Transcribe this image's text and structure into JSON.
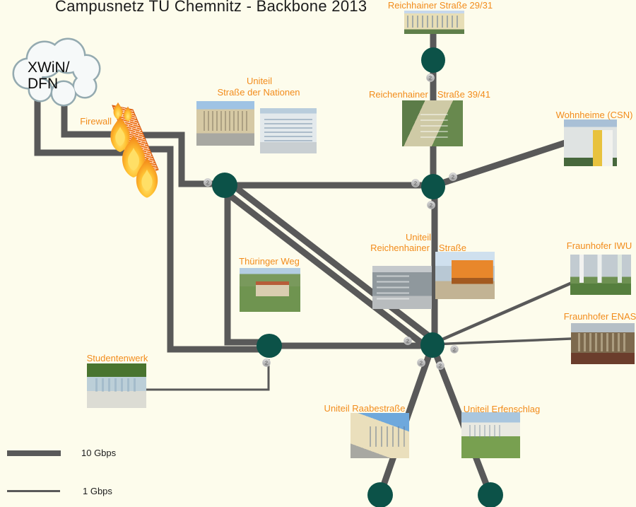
{
  "title": "Campusnetz TU Chemnitz - Backbone 2013",
  "cloud": {
    "line1": "XWiN/",
    "line2": "DFN"
  },
  "firewall_label": "Firewall",
  "badge": "2",
  "legend": {
    "thick_label": "10 Gbps",
    "thin_label": "1 Gbps"
  },
  "colors": {
    "background": "#fdfcec",
    "link_gray": "#595959",
    "node_teal": "#0c5248",
    "label_orange": "#f28c1c",
    "badge_gray": "#b5b5b5"
  },
  "buildings": {
    "reichhainer_29_31": {
      "label": "Reichhainer Straße 29/31"
    },
    "strasse_der_nationen": {
      "line1": "Uniteil",
      "line2": "Straße der Nationen"
    },
    "reichenhainer_39_41": {
      "part1": "Reichenhainer",
      "part2": "Straße 39/41"
    },
    "wohnheime_csn": {
      "label": "Wohnheime (CSN)"
    },
    "uniteil_reichenhainer": {
      "line1": "Uniteil",
      "part1": "Reichenhainer",
      "part2": "Straße"
    },
    "thueringer_weg": {
      "label": "Thüringer Weg"
    },
    "fraunhofer_iwu": {
      "label": "Fraunhofer IWU"
    },
    "fraunhofer_enas": {
      "label": "Fraunhofer ENAS"
    },
    "studentenwerk": {
      "label": "Studentenwerk"
    },
    "uniteil_raabestrasse": {
      "label": "Uniteil Raabestraße"
    },
    "uniteil_erfenschlag": {
      "label": "Uniteil Erfenschlag"
    }
  }
}
